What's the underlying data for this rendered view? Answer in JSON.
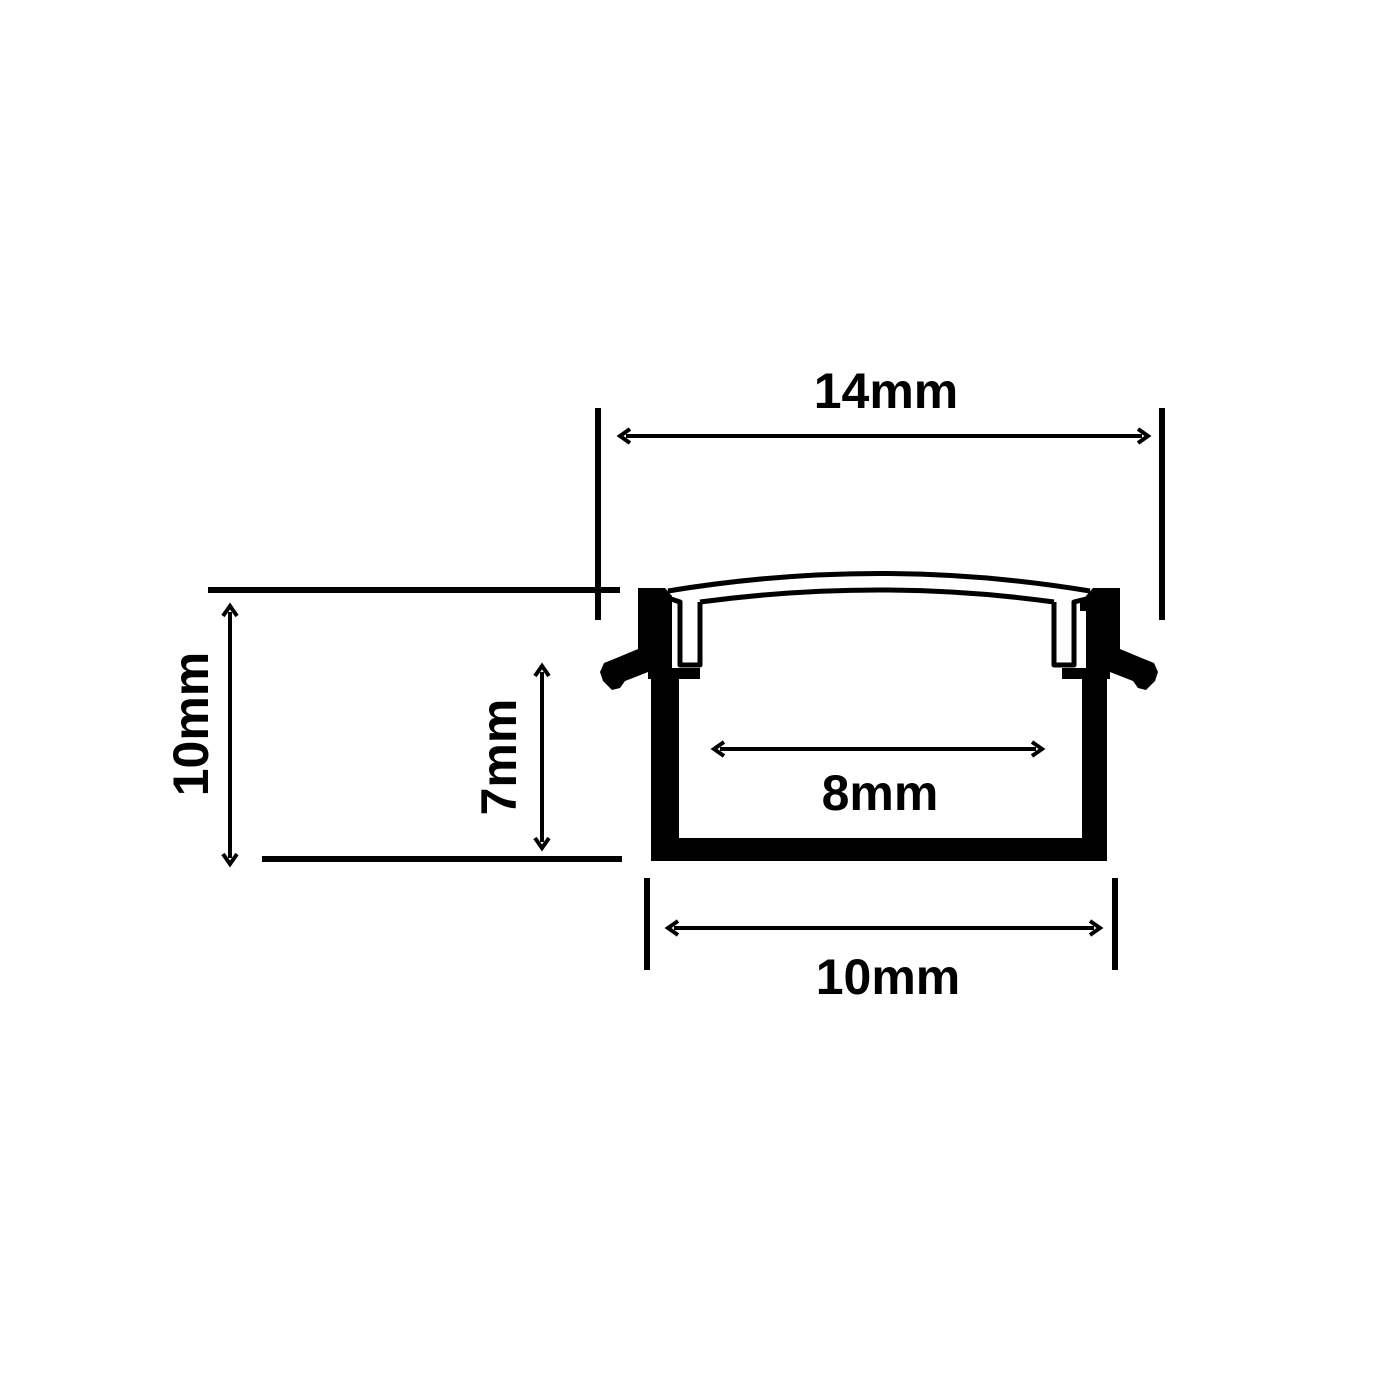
{
  "colors": {
    "background": "#ffffff",
    "ink": "#000000"
  },
  "dimensions": {
    "overall_width": "14mm",
    "overall_height": "10mm",
    "inner_depth": "7mm",
    "inner_width": "8mm",
    "base_width": "10mm"
  }
}
